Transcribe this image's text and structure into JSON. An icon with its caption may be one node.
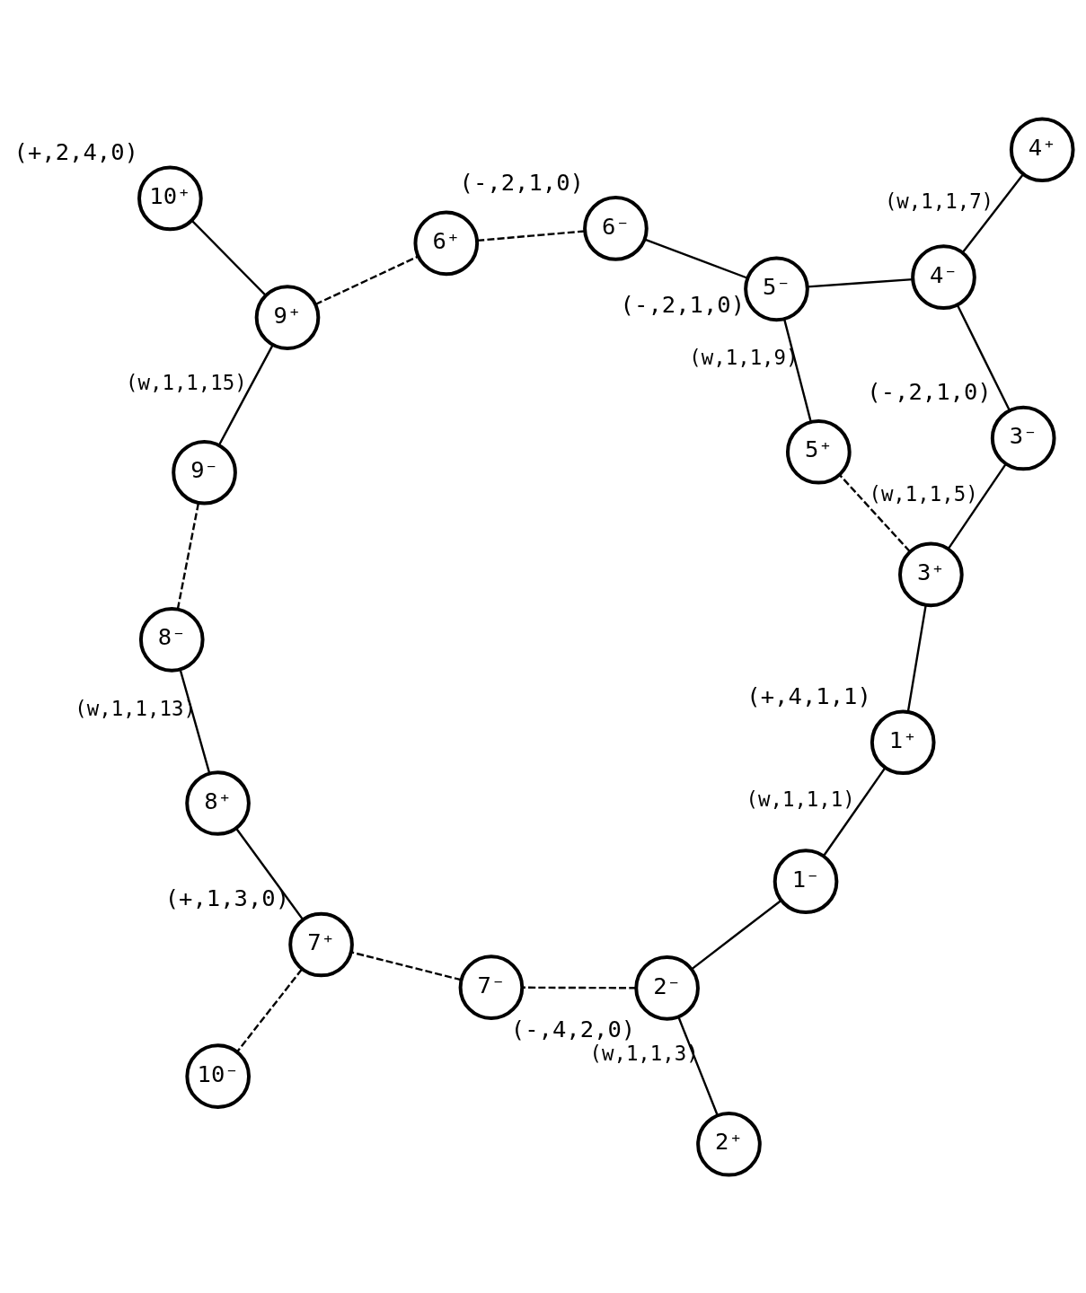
{
  "diagram": {
    "nodes": [
      {
        "text": [
          "2⁺"
        ]
      },
      {
        "text": [
          "2⁻"
        ],
        "beside": [
          "(-,4,2,0)"
        ]
      },
      {
        "text": [
          "7⁻"
        ]
      },
      {
        "text": [
          "7⁺"
        ],
        "beside": [
          "(+,1,3,0)"
        ]
      },
      {
        "text": [
          "1⁻"
        ]
      },
      {
        "text": [
          "10⁻"
        ]
      },
      {
        "text": [
          "8⁺"
        ]
      },
      {
        "text": [
          "1⁺"
        ],
        "beside": [
          "(+,4,1,1)"
        ]
      },
      {
        "text": [
          "8⁻"
        ]
      },
      {
        "text": [
          "3⁺"
        ]
      },
      {
        "text": [
          "10⁺"
        ],
        "beside": [
          "(+,2,4,0)"
        ]
      },
      {
        "text": [
          "9⁺"
        ]
      },
      {
        "text": [
          "5⁺"
        ]
      },
      {
        "text": [
          "9⁻"
        ]
      },
      {
        "text": [
          "3⁻"
        ],
        "beside": [
          "(-,2,1,0)"
        ]
      },
      {
        "text": [
          "6⁺"
        ]
      },
      {
        "text": [
          "4⁻"
        ]
      },
      {
        "text": [
          "4⁺"
        ]
      },
      {
        "text": [
          "5⁻"
        ],
        "beside": [
          "(-,2,1,0)"
        ]
      },
      {
        "text": [
          "6⁻"
        ],
        "beside": [
          "(-,2,1,0)"
        ]
      }
    ],
    "edges": [
      {
        "from": 0,
        "to": 1,
        "arrow": "none",
        "label": "(w,1,1,3)"
      },
      {
        "from": 1,
        "to": 2,
        "arrow": "none",
        "style": "dashed"
      },
      {
        "from": 2,
        "to": 3,
        "arrow": "none",
        "style": "dashed"
      },
      {
        "from": 3,
        "to": 5,
        "arrow": "none",
        "style": "dashed"
      },
      {
        "from": 3,
        "to": 6,
        "arrow": "none"
      },
      {
        "from": 6,
        "to": 8,
        "arrow": "none",
        "label": "(w,1,1,13)"
      },
      {
        "from": 8,
        "to": 13,
        "arrow": "none",
        "style": "dashed"
      },
      {
        "from": 13,
        "to": 11,
        "arrow": "none",
        "label": "(w,1,1,15)"
      },
      {
        "from": 11,
        "to": 10,
        "arrow": "none"
      },
      {
        "from": 11,
        "to": 15,
        "arrow": "none",
        "style": "dashed"
      },
      {
        "from": 15,
        "to": 19,
        "arrow": "none",
        "style": "dashed"
      },
      {
        "from": 19,
        "to": 18,
        "arrow": "none"
      },
      {
        "from": 18,
        "to": 12,
        "arrow": "none",
        "label": "(w,1,1,9)"
      },
      {
        "from": 18,
        "to": 16,
        "arrow": "none"
      },
      {
        "from": 16,
        "to": 17,
        "arrow": "none",
        "label": "(w,1,1,7)"
      },
      {
        "from": 16,
        "to": 14,
        "arrow": "none"
      },
      {
        "from": 14,
        "to": 9,
        "arrow": "none",
        "label": "(w,1,1,5)"
      },
      {
        "from": 9,
        "to": 12,
        "arrow": "none",
        "style": "dashed"
      },
      {
        "from": 9,
        "to": 7,
        "arrow": "none"
      },
      {
        "from": 7,
        "to": 4,
        "arrow": "none",
        "label": "(w,1,1,1)"
      },
      {
        "from": 4,
        "to": 1,
        "arrow": "none"
      }
    ]
  }
}
